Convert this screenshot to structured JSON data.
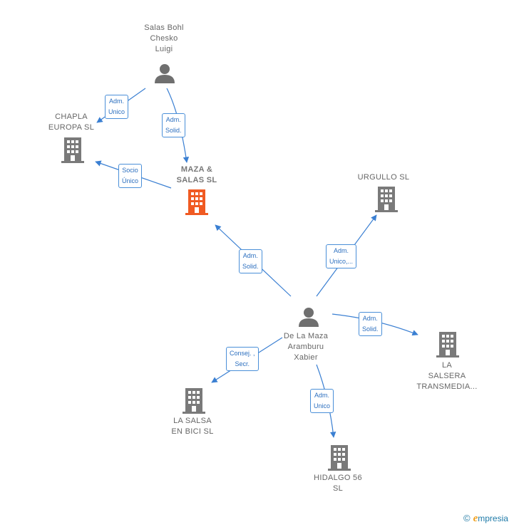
{
  "colors": {
    "edge": "#3a7fd2",
    "company": "#7a7a7a",
    "focus_company": "#f05a22",
    "person": "#6f6f6f"
  },
  "nodes": {
    "salas_bohl": {
      "label": "Salas Bohl\nChesko\nLuigi",
      "type": "person",
      "icon": "person-icon"
    },
    "chapla": {
      "label": "CHAPLA\nEUROPA  SL",
      "type": "company",
      "icon": "building-icon"
    },
    "maza_salas": {
      "label": "MAZA &\nSALAS  SL",
      "type": "company",
      "icon": "building-icon",
      "focus": true
    },
    "urgullo": {
      "label": "URGULLO  SL",
      "type": "company",
      "icon": "building-icon"
    },
    "de_la_maza": {
      "label": "De La Maza\nAramburu\nXabier",
      "type": "person",
      "icon": "person-icon"
    },
    "la_salsera": {
      "label": "LA\nSALSERA\nTRANSMEDIA...",
      "type": "company",
      "icon": "building-icon"
    },
    "la_salsa": {
      "label": "LA SALSA\nEN BICI  SL",
      "type": "company",
      "icon": "building-icon"
    },
    "hidalgo": {
      "label": "HIDALGO 56\nSL",
      "type": "company",
      "icon": "building-icon"
    }
  },
  "edges": [
    {
      "from": "salas_bohl",
      "to": "chapla",
      "label": "Adm.\nUnico"
    },
    {
      "from": "salas_bohl",
      "to": "maza_salas",
      "label": "Adm.\nSolid."
    },
    {
      "from": "maza_salas",
      "to": "chapla",
      "label": "Socio\nÚnico"
    },
    {
      "from": "de_la_maza",
      "to": "maza_salas",
      "label": "Adm.\nSolid."
    },
    {
      "from": "de_la_maza",
      "to": "urgullo",
      "label": "Adm.\nUnico,..."
    },
    {
      "from": "de_la_maza",
      "to": "la_salsera",
      "label": "Adm.\nSolid."
    },
    {
      "from": "de_la_maza",
      "to": "la_salsa",
      "label": "Consej. ,\nSecr."
    },
    {
      "from": "de_la_maza",
      "to": "hidalgo",
      "label": "Adm.\nUnico"
    }
  ],
  "footer": {
    "copyright_symbol": "©",
    "brand_initial": "e",
    "brand_rest": "mpresia"
  }
}
